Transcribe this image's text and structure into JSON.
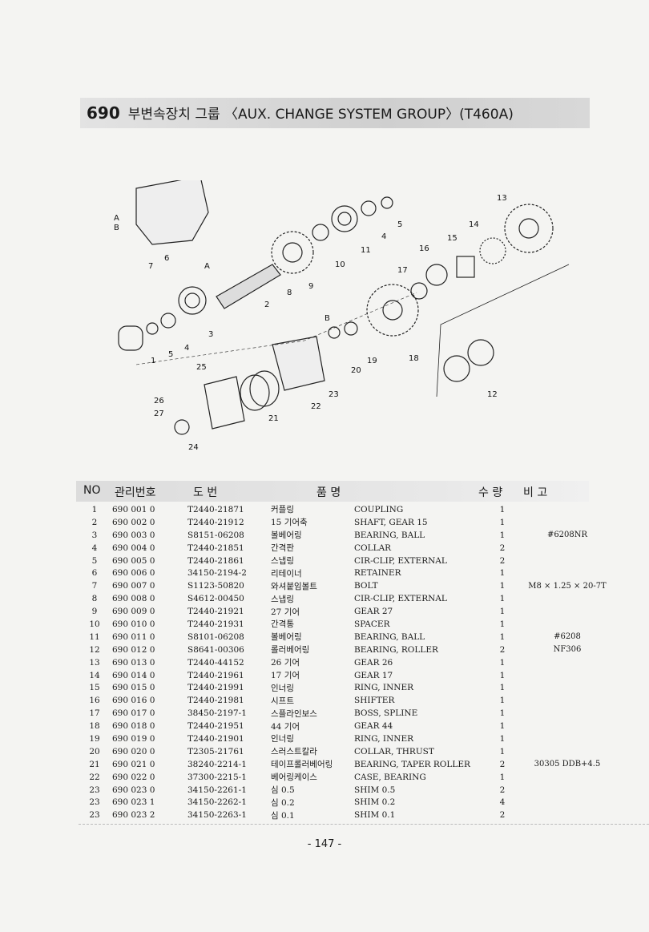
{
  "header": {
    "group_no": "690",
    "title": "부변속장치 그룹 〈AUX. CHANGE SYSTEM GROUP〉(T460A)"
  },
  "diagram_labels": [
    "1",
    "2",
    "3",
    "4",
    "5",
    "6",
    "7",
    "8",
    "9",
    "10",
    "11",
    "4",
    "5",
    "13",
    "14",
    "15",
    "16",
    "17",
    "18",
    "19",
    "20",
    "21",
    "22",
    "23",
    "24",
    "25",
    "26",
    "27",
    "12",
    "A",
    "A",
    "B",
    "B"
  ],
  "table": {
    "headers": {
      "no": "NO",
      "mgmt": "관리번호",
      "part": "도    번",
      "name": "품                    명",
      "qty": "수 량",
      "remark": "비  고"
    },
    "rows": [
      {
        "no": "1",
        "mgmt": "690  001  0",
        "part": "T2440-21871",
        "kr": "커플링",
        "en": "COUPLING",
        "qty": "1",
        "remark": ""
      },
      {
        "no": "2",
        "mgmt": "690  002  0",
        "part": "T2440-21912",
        "kr": "15 기어축",
        "en": "SHAFT, GEAR 15",
        "qty": "1",
        "remark": ""
      },
      {
        "no": "3",
        "mgmt": "690  003  0",
        "part": "S8151-06208",
        "kr": "볼베어링",
        "en": "BEARING, BALL",
        "qty": "1",
        "remark": "#6208NR"
      },
      {
        "no": "4",
        "mgmt": "690  004  0",
        "part": "T2440-21851",
        "kr": "간격판",
        "en": "COLLAR",
        "qty": "2",
        "remark": ""
      },
      {
        "no": "5",
        "mgmt": "690  005  0",
        "part": "T2440-21861",
        "kr": "스냅링",
        "en": "CIR-CLIP, EXTERNAL",
        "qty": "2",
        "remark": ""
      },
      {
        "no": "6",
        "mgmt": "690  006  0",
        "part": "34150-2194-2",
        "kr": "리테이너",
        "en": "RETAINER",
        "qty": "1",
        "remark": ""
      },
      {
        "no": "7",
        "mgmt": "690  007  0",
        "part": "S1123-50820",
        "kr": "와셔붙임볼트",
        "en": "BOLT",
        "qty": "1",
        "remark": "M8 × 1.25 × 20-7T"
      },
      {
        "no": "8",
        "mgmt": "690  008  0",
        "part": "S4612-00450",
        "kr": "스냅링",
        "en": "CIR-CLIP, EXTERNAL",
        "qty": "1",
        "remark": ""
      },
      {
        "no": "9",
        "mgmt": "690  009  0",
        "part": "T2440-21921",
        "kr": "27 기어",
        "en": "GEAR 27",
        "qty": "1",
        "remark": ""
      },
      {
        "no": "10",
        "mgmt": "690  010  0",
        "part": "T2440-21931",
        "kr": "간격통",
        "en": "SPACER",
        "qty": "1",
        "remark": ""
      },
      {
        "no": "11",
        "mgmt": "690  011  0",
        "part": "S8101-06208",
        "kr": "볼베어링",
        "en": "BEARING, BALL",
        "qty": "1",
        "remark": "#6208"
      },
      {
        "no": "12",
        "mgmt": "690  012  0",
        "part": "S8641-00306",
        "kr": "롤러베어링",
        "en": "BEARING, ROLLER",
        "qty": "2",
        "remark": "NF306"
      },
      {
        "no": "13",
        "mgmt": "690  013  0",
        "part": "T2440-44152",
        "kr": "26 기어",
        "en": "GEAR 26",
        "qty": "1",
        "remark": ""
      },
      {
        "no": "14",
        "mgmt": "690  014  0",
        "part": "T2440-21961",
        "kr": "17 기어",
        "en": "GEAR 17",
        "qty": "1",
        "remark": ""
      },
      {
        "no": "15",
        "mgmt": "690  015  0",
        "part": "T2440-21991",
        "kr": "인너링",
        "en": "RING, INNER",
        "qty": "1",
        "remark": ""
      },
      {
        "no": "16",
        "mgmt": "690  016  0",
        "part": "T2440-21981",
        "kr": "시프트",
        "en": "SHIFTER",
        "qty": "1",
        "remark": ""
      },
      {
        "no": "17",
        "mgmt": "690  017  0",
        "part": "38450-2197-1",
        "kr": "스플라인보스",
        "en": "BOSS, SPLINE",
        "qty": "1",
        "remark": ""
      },
      {
        "no": "18",
        "mgmt": "690  018  0",
        "part": "T2440-21951",
        "kr": "44 기어",
        "en": "GEAR 44",
        "qty": "1",
        "remark": ""
      },
      {
        "no": "19",
        "mgmt": "690  019  0",
        "part": "T2440-21901",
        "kr": "인너링",
        "en": "RING, INNER",
        "qty": "1",
        "remark": ""
      },
      {
        "no": "20",
        "mgmt": "690  020  0",
        "part": "T2305-21761",
        "kr": "스러스트칼라",
        "en": "COLLAR, THRUST",
        "qty": "1",
        "remark": ""
      },
      {
        "no": "21",
        "mgmt": "690  021  0",
        "part": "38240-2214-1",
        "kr": "테이프롤러베어링",
        "en": "BEARING, TAPER ROLLER",
        "qty": "2",
        "remark": "30305 DDB+4.5"
      },
      {
        "no": "22",
        "mgmt": "690  022  0",
        "part": "37300-2215-1",
        "kr": "베어링케이스",
        "en": "CASE, BEARING",
        "qty": "1",
        "remark": ""
      },
      {
        "no": "23",
        "mgmt": "690  023  0",
        "part": "34150-2261-1",
        "kr": "심 0.5",
        "en": "SHIM 0.5",
        "qty": "2",
        "remark": ""
      },
      {
        "no": "23",
        "mgmt": "690  023  1",
        "part": "34150-2262-1",
        "kr": "심 0.2",
        "en": "SHIM 0.2",
        "qty": "4",
        "remark": ""
      },
      {
        "no": "23",
        "mgmt": "690  023  2",
        "part": "34150-2263-1",
        "kr": "심 0.1",
        "en": "SHIM 0.1",
        "qty": "2",
        "remark": ""
      }
    ]
  },
  "page_number": "- 147 -"
}
